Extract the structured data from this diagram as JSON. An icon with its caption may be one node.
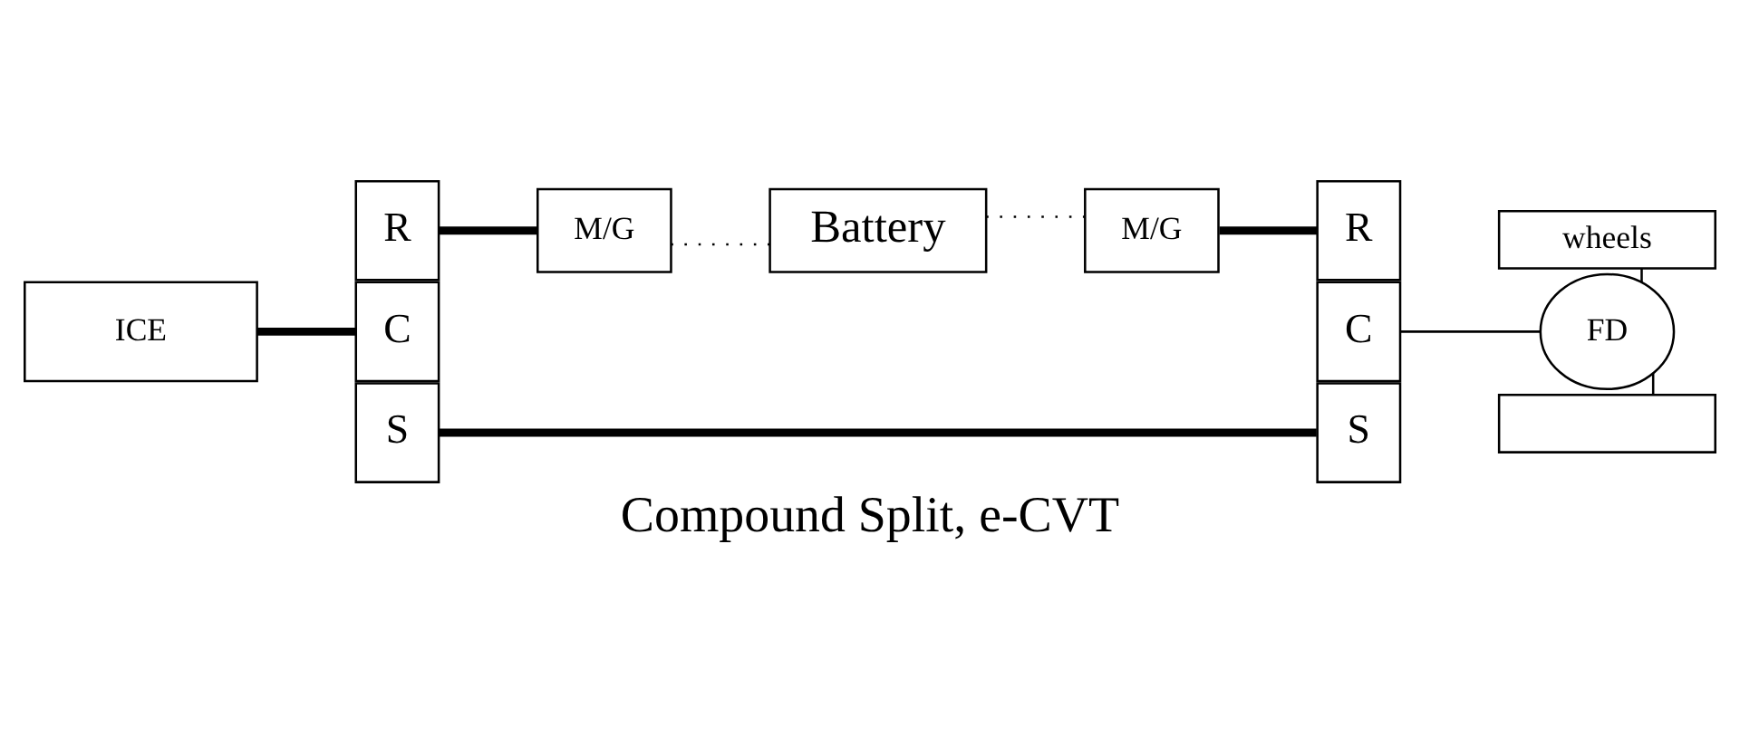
{
  "diagram": {
    "caption": "Compound Split, e-CVT",
    "nodes": [
      {
        "text": [
          "Battery"
        ]
      },
      {
        "text": [
          "wheels"
        ]
      },
      {
        "text": [
          "R"
        ]
      },
      {
        "text": [
          "M/G"
        ]
      },
      {
        "text": [
          "M/G"
        ]
      },
      {
        "text": [
          "R"
        ]
      },
      {
        "text": [
          "ICE"
        ]
      },
      {
        "text": [
          "C"
        ]
      },
      {
        "text": [
          "C"
        ]
      },
      {
        "text": [
          "FD"
        ]
      },
      {
        "text": [
          "S"
        ]
      },
      {
        "text": [
          "S"
        ]
      },
      {
        "text": [],
        "shape": "box"
      }
    ],
    "edges": [
      {
        "from": 2,
        "to": 3,
        "arrow": "none",
        "style": "thick"
      },
      {
        "from": 0,
        "to": 3,
        "arrow": "none",
        "style": "dashed"
      },
      {
        "from": 0,
        "to": 4,
        "arrow": "none",
        "style": "dashed"
      },
      {
        "from": 4,
        "to": 5,
        "arrow": "none",
        "style": "thick"
      },
      {
        "from": 6,
        "to": 7,
        "arrow": "none",
        "style": "thick"
      },
      {
        "from": 8,
        "to": 9,
        "arrow": "none"
      },
      {
        "from": 10,
        "to": 11,
        "arrow": "none",
        "style": "thick"
      },
      {
        "from": 9,
        "to": 1,
        "arrow": "none"
      },
      {
        "from": 9,
        "to": 12,
        "arrow": "none"
      }
    ]
  }
}
